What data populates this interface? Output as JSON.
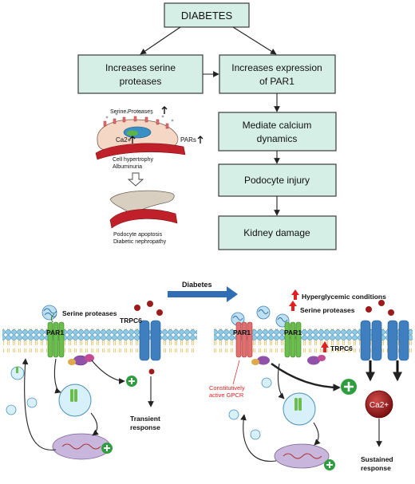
{
  "flowchart": {
    "top": "DIABETES",
    "left": [
      "Increases serine",
      "proteases"
    ],
    "right": [
      "Increases expression",
      "of PAR1"
    ],
    "steps": [
      [
        "Mediate calcium",
        "dynamics"
      ],
      [
        "Podocyte injury"
      ],
      [
        "Kidney damage"
      ]
    ]
  },
  "cell_illustration": {
    "serine_label": "Serine Proteases",
    "ca_label": "Ca2+",
    "pars_label": "PARs",
    "upper_caption": [
      "Cell hypertrophy",
      "Albuminuria"
    ],
    "lower_caption": [
      "Podocyte apoptosis",
      "Diabetic nephropathy"
    ]
  },
  "mechanism": {
    "diabetes_label": "Diabetes",
    "left": {
      "serine": "Serine proteases",
      "par1": "PAR1",
      "trpc6": "TRPC6",
      "outcome": [
        "Transient",
        "response"
      ]
    },
    "right": {
      "hyperglycemic": "Hyperglycemic conditions",
      "serine": "Serine proteases",
      "par1_a": "PAR1",
      "par1_b": "PAR1",
      "trpc6": "TRPC6",
      "gpcr": [
        "Constitutively",
        "active GPCR"
      ],
      "ca": "Ca2+",
      "outcome": [
        "Sustained",
        "response"
      ]
    }
  },
  "colors": {
    "box_fill": "#d6efe6",
    "membrane_head": "#8ecae6",
    "par1_green": "#6abf4b",
    "trpc6_blue": "#3f7fbf",
    "ca_red": "#9b1c1c",
    "plus_green": "#2e9e3e",
    "alert_red": "#e02020",
    "arrow_blue": "#2f6db5"
  }
}
